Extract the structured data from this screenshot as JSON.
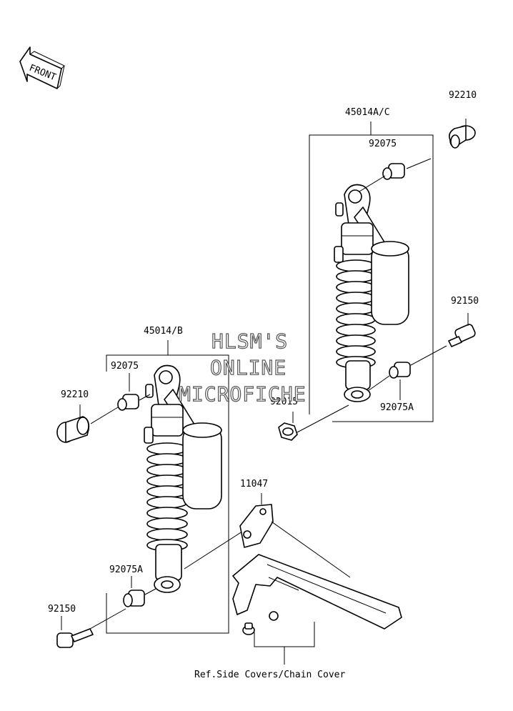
{
  "front_badge": "FRONT",
  "labels": {
    "shock_right": "45014A/C",
    "shock_left": "45014/B",
    "collar_top_right": "92210",
    "collar_left": "92210",
    "bushing_top_right": "92075",
    "bushing_top_left": "92075",
    "bolt_right": "92150",
    "bolt_left": "92150",
    "nut": "92015",
    "bushing_bottom_right": "92075A",
    "bushing_bottom_left": "92075A",
    "bracket": "11047",
    "reference_note": "Ref.Side Covers/Chain Cover"
  },
  "watermark": {
    "line1": "HLSM'S",
    "line2": "ONLINE",
    "line3": "MICROFICHE"
  }
}
